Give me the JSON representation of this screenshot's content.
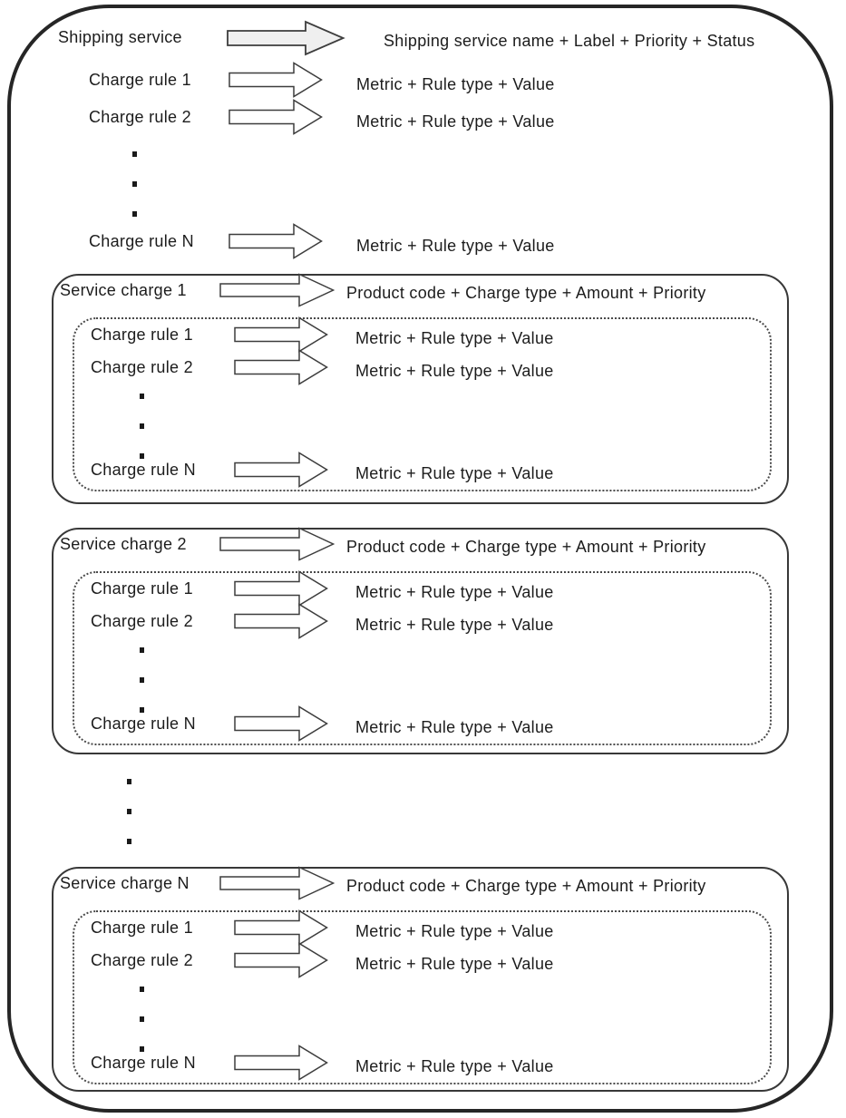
{
  "shipping_section": {
    "label": "Shipping service",
    "result": "Shipping service name + Label + Priority + Status",
    "rules": [
      {
        "label": "Charge rule 1",
        "result": "Metric + Rule type + Value"
      },
      {
        "label": "Charge rule 2",
        "result": "Metric + Rule type + Value"
      },
      {
        "label": "Charge rule N",
        "result": "Metric + Rule type + Value"
      }
    ]
  },
  "service_charges": [
    {
      "label": "Service charge 1",
      "result": "Product code + Charge type + Amount + Priority",
      "rules": [
        {
          "label": "Charge rule 1",
          "result": "Metric + Rule type + Value"
        },
        {
          "label": "Charge rule 2",
          "result": "Metric + Rule type + Value"
        },
        {
          "label": "Charge rule N",
          "result": "Metric + Rule type + Value"
        }
      ]
    },
    {
      "label": "Service charge 2",
      "result": "Product code + Charge type + Amount + Priority",
      "rules": [
        {
          "label": "Charge rule 1",
          "result": "Metric + Rule type + Value"
        },
        {
          "label": "Charge rule 2",
          "result": "Metric + Rule type + Value"
        },
        {
          "label": "Charge rule N",
          "result": "Metric + Rule type + Value"
        }
      ]
    },
    {
      "label": "Service charge N",
      "result": "Product code + Charge type + Amount + Priority",
      "rules": [
        {
          "label": "Charge rule 1",
          "result": "Metric + Rule type + Value"
        },
        {
          "label": "Charge rule 2",
          "result": "Metric + Rule type + Value"
        },
        {
          "label": "Charge rule N",
          "result": "Metric + Rule type + Value"
        }
      ]
    }
  ],
  "ellipsis": "...",
  "colors": {
    "outer_border": "#262626",
    "box_border": "#383838",
    "dotted_border": "#4a4a4a",
    "text": "#1c1c1c",
    "arrow_fill": "#ffffff",
    "shipping_arrow_fill": "#efefef",
    "arrow_stroke": "#3d3d3d"
  }
}
